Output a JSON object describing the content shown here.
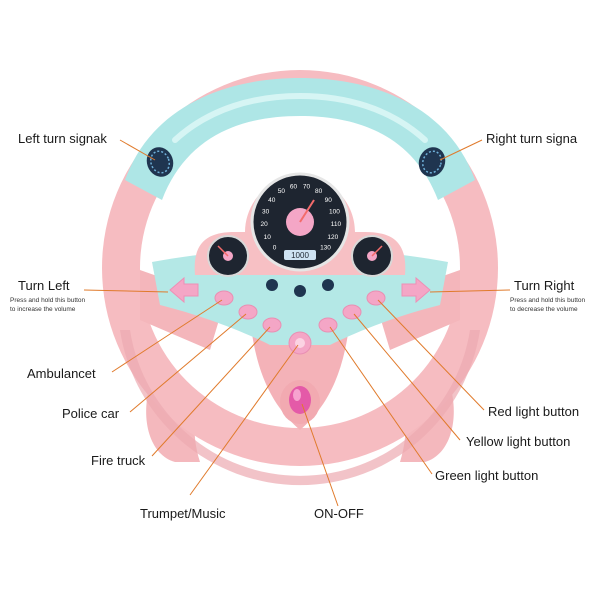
{
  "labels": {
    "left_turn_signal": "Left turn signak",
    "right_turn_signal": "Right turn signa",
    "turn_left": "Turn Left",
    "turn_left_note_1": "Press and hold this button",
    "turn_left_note_2": "to increase the volume",
    "turn_right": "Turn Right",
    "turn_right_note_1": "Press and hold this button",
    "turn_right_note_2": "to decrease the volume",
    "ambulance": "Ambulancet",
    "police_car": "Police car",
    "fire_truck": "Fire truck",
    "trumpet_music": "Trumpet/Music",
    "on_off": "ON-OFF",
    "red_light": "Red light button",
    "yellow_light": "Yellow light button",
    "green_light": "Green light button"
  },
  "speedometer": {
    "ticks": [
      "0",
      "10",
      "20",
      "30",
      "40",
      "50",
      "60",
      "70",
      "80",
      "90",
      "100",
      "110",
      "120",
      "130"
    ],
    "odometer": "1000"
  },
  "colors": {
    "wheel_pink": "#f7c0c4",
    "wheel_pink_dark": "#eea7ae",
    "rim_blue": "#aee6e6",
    "panel_blue": "#b4e8e6",
    "leader_line": "#e07a2b",
    "dial_face": "#1e2530",
    "button_pink": "#f4a6c6",
    "switch_magenta": "#e45aa8"
  }
}
